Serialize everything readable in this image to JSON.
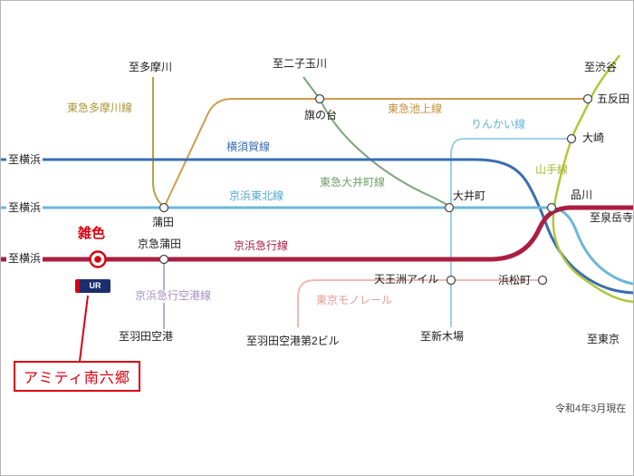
{
  "note": "令和4年3月現在",
  "callout": {
    "station": "雑色",
    "facility": "アミティ南六郷",
    "logo": "UR",
    "accent_color": "#d7000f"
  },
  "destinations": {
    "tamagawa": "至多摩川",
    "futako_tamagawa": "至二子玉川",
    "shibuya": "至渋谷",
    "yokohama_yokosuka": "至横浜",
    "yokohama_keihin": "至横浜",
    "yokohama_keikyu": "至横浜",
    "sengakuji": "至泉岳寺",
    "haneda_airport": "至羽田空港",
    "haneda_terminal2": "至羽田空港第2ビル",
    "shin_kiba": "至新木場",
    "tokyo": "至東京"
  },
  "stations": {
    "gotanda": "五反田",
    "osaki": "大崎",
    "hatanodai": "旗の台",
    "kamata": "蒲田",
    "oimachi": "大井町",
    "shinagawa": "品川",
    "keikyu_kamata": "京急蒲田",
    "tennozu_isle": "天王洲アイル",
    "hamamatsucho": "浜松町"
  },
  "lines": {
    "tokyu_tamagawa": {
      "name": "東急多摩川線",
      "color": "#b2a33e"
    },
    "tokyu_ikegami": {
      "name": "東急池上線",
      "color": "#cf9b4e"
    },
    "tokyu_oimachi": {
      "name": "東急大井町線",
      "color": "#7aa577"
    },
    "yokosuka": {
      "name": "横須賀線",
      "color": "#3a6db0"
    },
    "keihin_tohoku": {
      "name": "京浜東北線",
      "color": "#6cb8d8"
    },
    "rinkai": {
      "name": "りんかい線",
      "color": "#8fcbe4"
    },
    "yamanote": {
      "name": "山手線",
      "color": "#b0c73a"
    },
    "keikyu": {
      "name": "京浜急行線",
      "color": "#ab1e42"
    },
    "keikyu_airport": {
      "name": "京浜急行空港線",
      "color": "#bda7d7"
    },
    "monorail": {
      "name": "東京モノレール",
      "color": "#f0b9b4"
    }
  }
}
